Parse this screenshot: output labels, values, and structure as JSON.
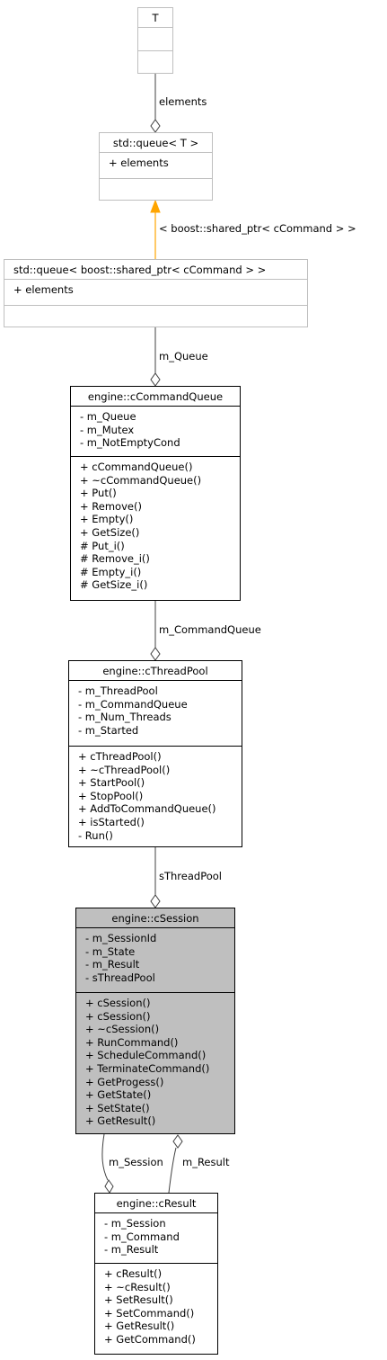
{
  "classes": [
    {
      "id": "T",
      "name": "T",
      "attributes": [],
      "methods": []
    },
    {
      "id": "queue-T",
      "name": "std::queue< T >",
      "attributes": [
        "+ elements"
      ],
      "methods": []
    },
    {
      "id": "queue-shared",
      "name": "std::queue< boost::shared_ptr< cCommand > >",
      "attributes": [
        "+ elements"
      ],
      "methods": []
    },
    {
      "id": "cCommandQueue",
      "name": "engine::cCommandQueue",
      "attributes": [
        "- m_Queue",
        "- m_Mutex",
        "- m_NotEmptyCond"
      ],
      "methods": [
        "+ cCommandQueue()",
        "+ ~cCommandQueue()",
        "+ Put()",
        "+ Remove()",
        "+ Empty()",
        "+ GetSize()",
        "# Put_i()",
        "# Remove_i()",
        "# Empty_i()",
        "# GetSize_i()"
      ]
    },
    {
      "id": "cThreadPool",
      "name": "engine::cThreadPool",
      "attributes": [
        "- m_ThreadPool",
        "- m_CommandQueue",
        "- m_Num_Threads",
        "- m_Started"
      ],
      "methods": [
        "+ cThreadPool()",
        "+ ~cThreadPool()",
        "+ StartPool()",
        "+ StopPool()",
        "+ AddToCommandQueue()",
        "+ isStarted()",
        "- Run()"
      ]
    },
    {
      "id": "cSession",
      "name": "engine::cSession",
      "attributes": [
        "- m_SessionId",
        "- m_State",
        "- m_Result",
        "- sThreadPool"
      ],
      "methods": [
        "+ cSession()",
        "+ cSession()",
        "+ ~cSession()",
        "+ RunCommand()",
        "+ ScheduleCommand()",
        "+ TerminateCommand()",
        "+ GetProgess()",
        "+ GetState()",
        "+ SetState()",
        "+ GetResult()"
      ]
    },
    {
      "id": "cResult",
      "name": "engine::cResult",
      "attributes": [
        "- m_Session",
        "- m_Command",
        "- m_Result"
      ],
      "methods": [
        "+ cResult()",
        "+ ~cResult()",
        "+ SetResult()",
        "+ SetCommand()",
        "+ GetResult()",
        "+ GetCommand()"
      ]
    }
  ],
  "edges": [
    {
      "from": "T",
      "to": "queue-T",
      "kind": "aggregation",
      "label": "elements"
    },
    {
      "from": "queue-shared",
      "to": "queue-T",
      "kind": "template-instantiation",
      "label": "< boost::shared_ptr< cCommand > >"
    },
    {
      "from": "queue-shared",
      "to": "cCommandQueue",
      "kind": "aggregation",
      "label": "m_Queue"
    },
    {
      "from": "cCommandQueue",
      "to": "cThreadPool",
      "kind": "aggregation",
      "label": "m_CommandQueue"
    },
    {
      "from": "cThreadPool",
      "to": "cSession",
      "kind": "aggregation",
      "label": "sThreadPool"
    },
    {
      "from": "cSession",
      "to": "cResult",
      "kind": "aggregation",
      "label": "m_Session"
    },
    {
      "from": "cResult",
      "to": "cSession",
      "kind": "aggregation",
      "label": "m_Result"
    }
  ],
  "colors": {
    "highlight_fill": "#bfbfbf",
    "template_box_border": "#bfbfbf",
    "inheritance_arrow": "#ffa500",
    "edge_line": "#404040"
  }
}
